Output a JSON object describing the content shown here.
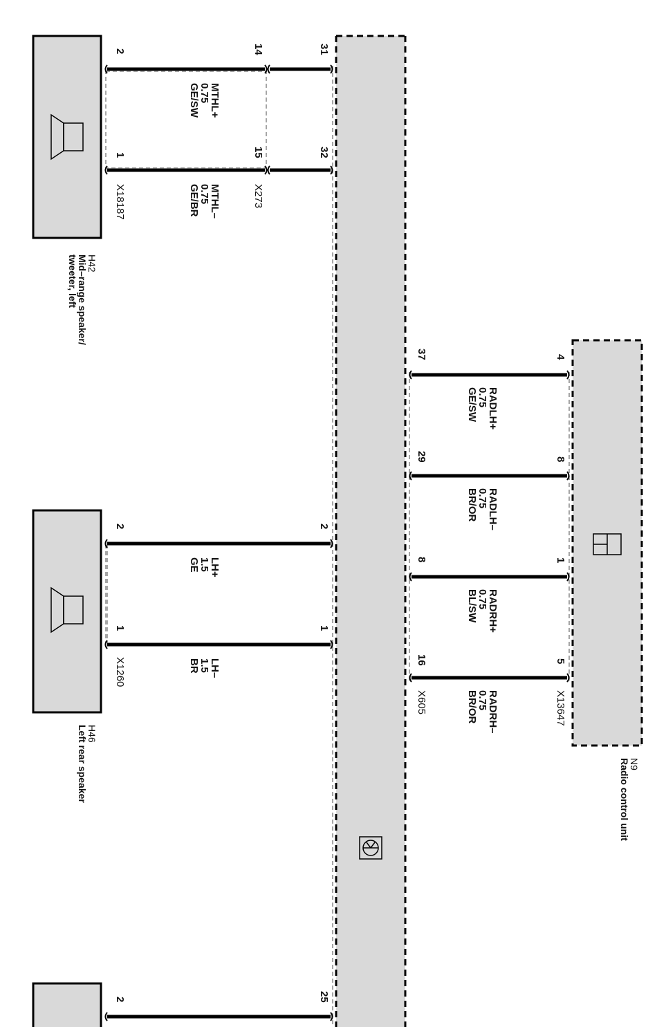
{
  "components": {
    "h42": {
      "id": "H42",
      "name_line1": "Mid–range speaker/",
      "name_line2": "tweeter, left",
      "connector": "X18187"
    },
    "h46": {
      "id": "H46",
      "name": "Left rear speaker",
      "connector": "X1260"
    },
    "n9": {
      "id": "N9",
      "name": "Radio control unit",
      "connector": "X13647"
    },
    "x273": {
      "connector": "X273"
    },
    "x605": {
      "connector": "X605"
    }
  },
  "wires": {
    "mthl_pos": {
      "signal": "MTHL+",
      "size": "0.75",
      "color": "GE/SW"
    },
    "mthl_neg": {
      "signal": "MTHL–",
      "size": "0.75",
      "color": "GE/BR"
    },
    "lh_pos": {
      "signal": "LH+",
      "size": "1.5",
      "color": "GE"
    },
    "lh_neg": {
      "signal": "LH–",
      "size": "1.5",
      "color": "BR"
    },
    "radlh_pos": {
      "signal": "RADLH+",
      "size": "0.75",
      "color": "GE/SW"
    },
    "radlh_neg": {
      "signal": "RADLH–",
      "size": "0.75",
      "color": "BR/OR"
    },
    "radrh_pos": {
      "signal": "RADRH+",
      "size": "0.75",
      "color": "BL/SW"
    },
    "radrh_neg": {
      "signal": "RADRH–",
      "size": "0.75",
      "color": "BR/OR"
    }
  },
  "pins": {
    "h42_a": "2",
    "h42_b": "1",
    "x273_a": "14",
    "x273_b": "15",
    "bus_a": "31",
    "bus_b": "32",
    "h46_a": "2",
    "h46_b": "1",
    "bus_c": "2",
    "bus_d": "1",
    "bottom_left": "2",
    "bottom_bus": "25",
    "n9_a": "4",
    "n9_b": "8",
    "n9_c": "1",
    "n9_d": "5",
    "x605_a": "37",
    "x605_b": "29",
    "x605_c": "8",
    "x605_d": "16"
  },
  "colors": {
    "component_fill": "#d9d9d9",
    "line": "#000000",
    "dash": "#888888"
  }
}
